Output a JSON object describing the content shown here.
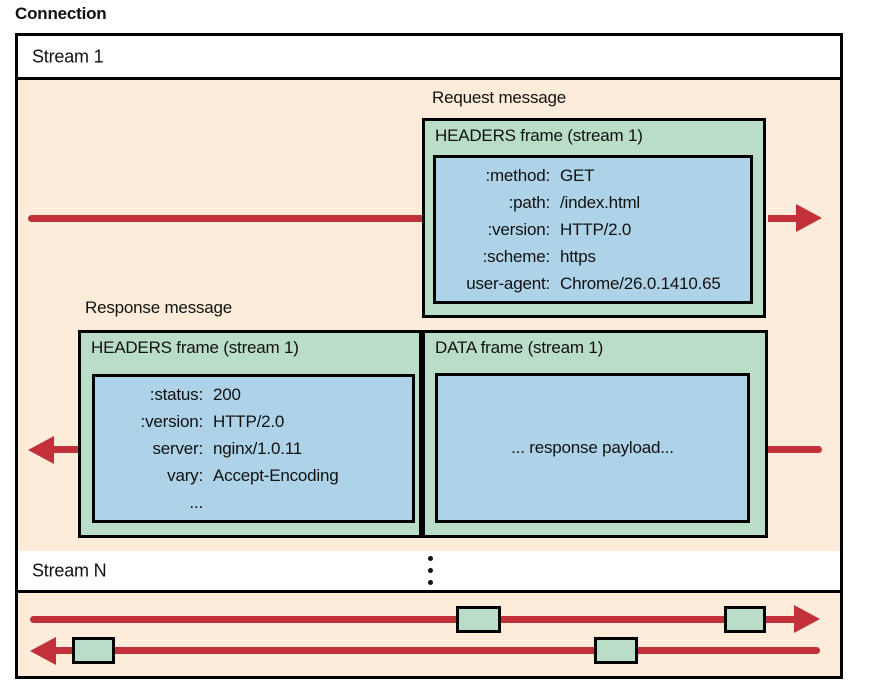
{
  "connection_label": "Connection",
  "stream1": {
    "label": "Stream 1",
    "request": {
      "message_label": "Request message",
      "frame_title": "HEADERS frame (stream 1)",
      "headers": [
        {
          "key": ":method:",
          "value": "GET"
        },
        {
          "key": ":path:",
          "value": "/index.html"
        },
        {
          "key": ":version:",
          "value": "HTTP/2.0"
        },
        {
          "key": ":scheme:",
          "value": "https"
        },
        {
          "key": "user-agent:",
          "value": "Chrome/26.0.1410.65"
        }
      ]
    },
    "response": {
      "message_label": "Response message",
      "headers_frame": {
        "title": "HEADERS frame (stream 1)",
        "headers": [
          {
            "key": ":status:",
            "value": "200"
          },
          {
            "key": ":version:",
            "value": "HTTP/2.0"
          },
          {
            "key": "server:",
            "value": "nginx/1.0.11"
          },
          {
            "key": "vary:",
            "value": "Accept-Encoding"
          },
          {
            "key": "...",
            "value": ""
          }
        ]
      },
      "data_frame": {
        "title": "DATA frame (stream 1)",
        "payload": "... response payload..."
      }
    }
  },
  "streamN": {
    "label": "Stream N",
    "ellipsis": "⋮"
  },
  "colors": {
    "stream_background": "#fcecd9",
    "frame_green": "#b9ddc6",
    "header_blue": "#aed3e8",
    "arrow_red": "#c2313a",
    "border_black": "#000000"
  }
}
